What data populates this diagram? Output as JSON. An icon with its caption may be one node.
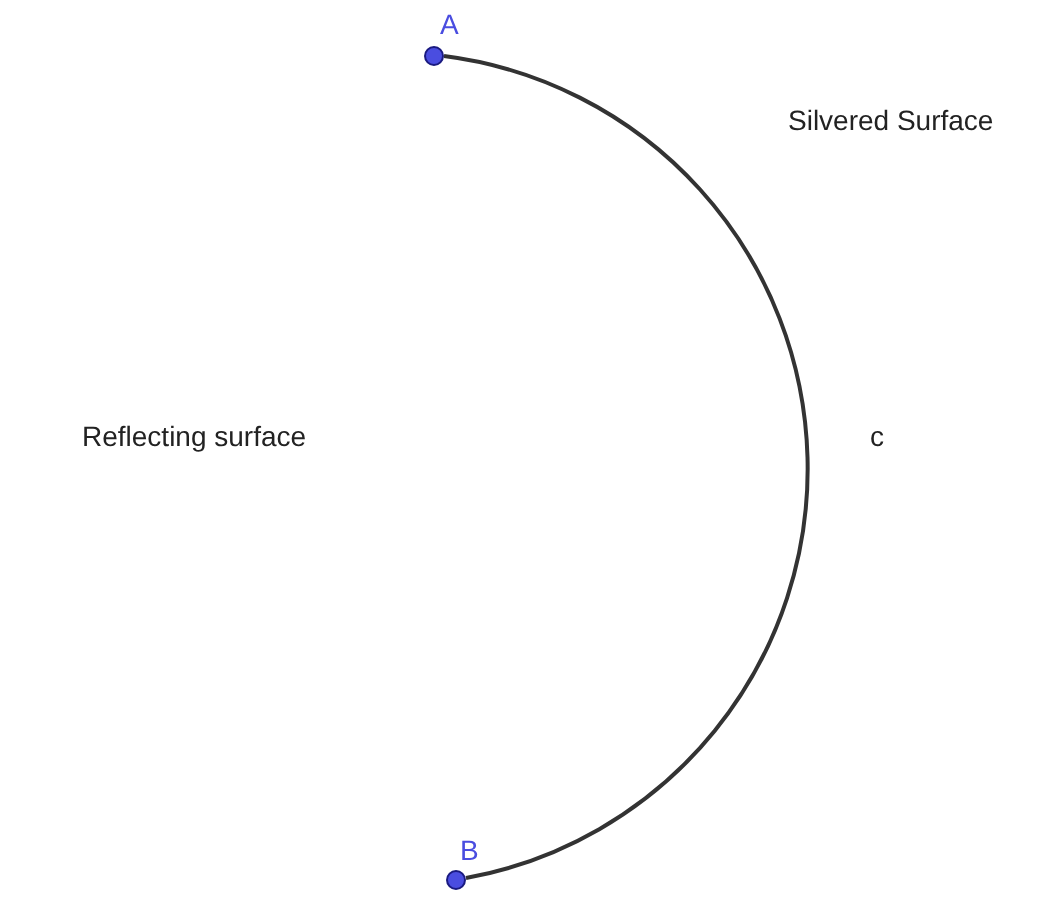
{
  "diagram": {
    "nodes": [
      {
        "text": [],
        "shape": "circle",
        "beside": [
          "A"
        ]
      },
      {
        "text": [],
        "shape": "circle",
        "beside": [
          "B"
        ]
      }
    ],
    "edges": [
      {
        "from": 0,
        "to": 1,
        "arrow": "none",
        "label": "c"
      }
    ],
    "labels": [
      "Silvered Surface",
      "Reflecting surface"
    ]
  }
}
